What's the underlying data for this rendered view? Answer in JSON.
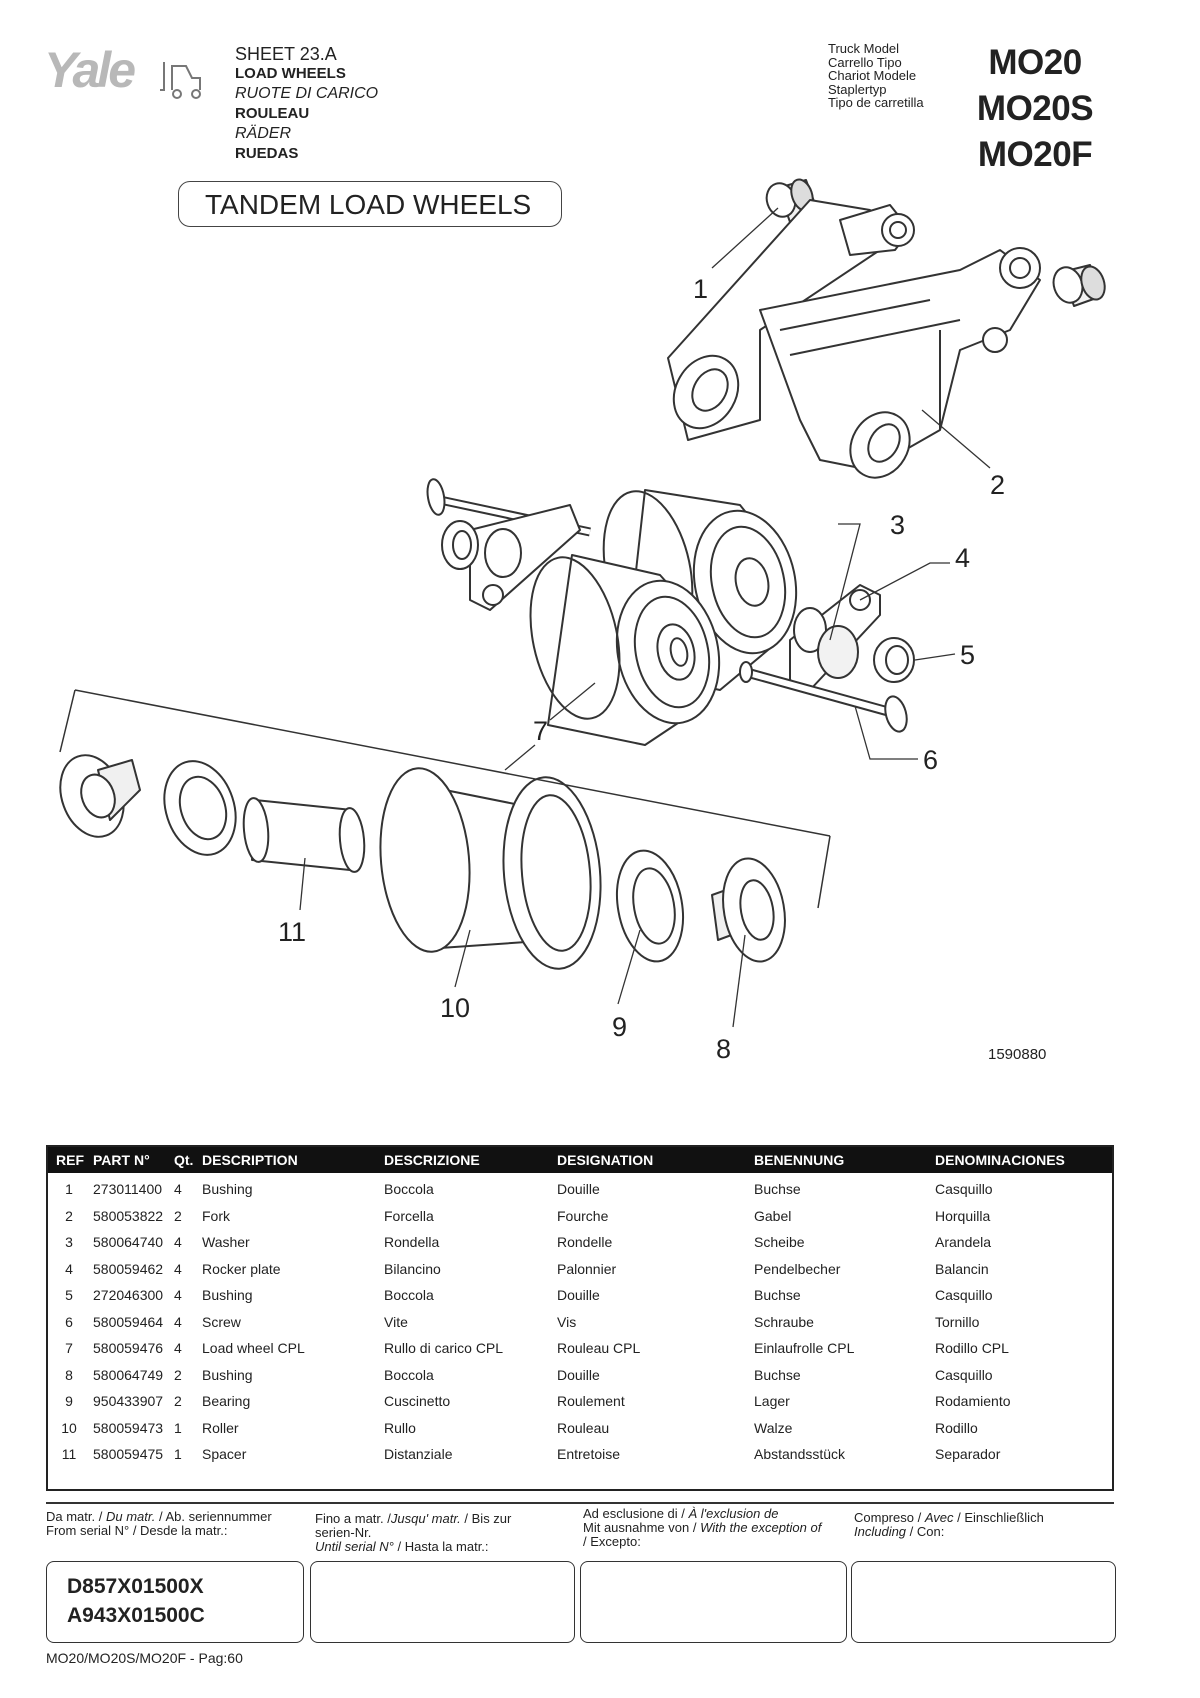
{
  "header": {
    "brand": "Yale",
    "sheet": "SHEET 23.A",
    "titles": [
      "LOAD WHEELS",
      "RUOTE DI CARICO",
      "ROULEAU",
      "RÄDER",
      "RUEDAS"
    ],
    "truck_model_labels": [
      "Truck Model",
      "Carrello Tipo",
      "Chariot Modele",
      "Staplertyp",
      "Tipo de carretilla"
    ],
    "models": [
      "MO20",
      "MO20S",
      "MO20F"
    ]
  },
  "drawing": {
    "title": "TANDEM LOAD WHEELS",
    "callouts": [
      "1",
      "2",
      "3",
      "4",
      "5",
      "6",
      "7",
      "8",
      "9",
      "10",
      "11"
    ],
    "drawing_number": "1590880"
  },
  "table": {
    "headers": [
      "REF",
      "PART N°",
      "Qt.",
      "DESCRIPTION",
      "DESCRIZIONE",
      "DESIGNATION",
      "BENENNUNG",
      "DENOMINACIONES"
    ],
    "rows": [
      [
        "1",
        "273011400",
        "4",
        "Bushing",
        "Boccola",
        "Douille",
        "Buchse",
        "Casquillo"
      ],
      [
        "2",
        "580053822",
        "2",
        "Fork",
        "Forcella",
        "Fourche",
        "Gabel",
        "Horquilla"
      ],
      [
        "3",
        "580064740",
        "4",
        "Washer",
        "Rondella",
        "Rondelle",
        "Scheibe",
        "Arandela"
      ],
      [
        "4",
        "580059462",
        "4",
        "Rocker plate",
        "Bilancino",
        "Palonnier",
        "Pendelbecher",
        "Balancin"
      ],
      [
        "5",
        "272046300",
        "4",
        "Bushing",
        "Boccola",
        "Douille",
        "Buchse",
        "Casquillo"
      ],
      [
        "6",
        "580059464",
        "4",
        "Screw",
        "Vite",
        "Vis",
        "Schraube",
        "Tornillo"
      ],
      [
        "7",
        "580059476",
        "4",
        "Load wheel CPL",
        "Rullo di carico CPL",
        "Rouleau CPL",
        "Einlaufrolle CPL",
        "Rodillo CPL"
      ],
      [
        "8",
        "580064749",
        "2",
        "Bushing",
        "Boccola",
        "Douille",
        "Buchse",
        "Casquillo"
      ],
      [
        "9",
        "950433907",
        "2",
        "Bearing",
        "Cuscinetto",
        "Roulement",
        "Lager",
        "Rodamiento"
      ],
      [
        "10",
        "580059473",
        "1",
        "Roller",
        "Rullo",
        "Rouleau",
        "Walze",
        "Rodillo"
      ],
      [
        "11",
        "580059475",
        "1",
        "Spacer",
        "Distanziale",
        "Entretoise",
        "Abstandsstück",
        "Separador"
      ]
    ]
  },
  "footer": {
    "col1": {
      "a": "Da matr. / ",
      "b": "Du matr.",
      "c": " / Ab. seriennummer",
      "d": "From serial N° / Desde la matr.:"
    },
    "col2": {
      "a": "Fino a matr. /",
      "b": "Jusqu' matr.",
      "c": " / Bis zur",
      "d": "serien-Nr.",
      "e": "Until serial N°",
      "f": " / Hasta la matr.:"
    },
    "col3": {
      "a": "Ad esclusione di / ",
      "b": "À l'exclusion de",
      "c": "Mit ausnahme von / ",
      "d": "With the exception of",
      "e": "/ Excepto:"
    },
    "col4": {
      "a": "Compreso / ",
      "b": "Avec",
      "c": " / Einschließlich",
      "d": "Including",
      "e": " / Con:"
    },
    "serials": [
      "D857X01500X",
      "A943X01500C"
    ],
    "page": "MO20/MO20S/MO20F - Pag:60"
  }
}
